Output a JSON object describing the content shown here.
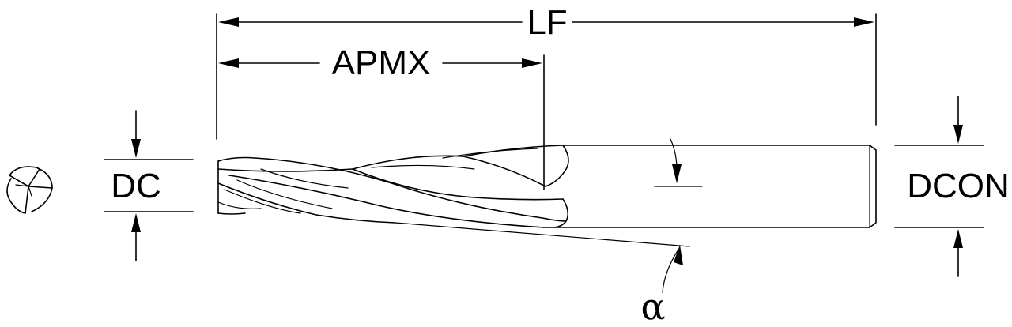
{
  "dimensions": {
    "lf": "LF",
    "apmx": "APMX",
    "dc": "DC",
    "dcon": "DCON",
    "alpha": "α"
  },
  "colors": {
    "line": "#000000",
    "background": "#ffffff"
  }
}
